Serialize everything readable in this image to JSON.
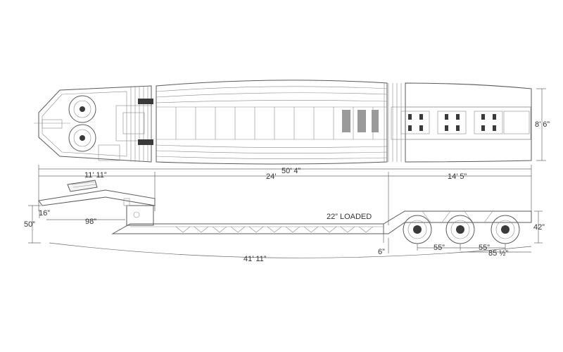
{
  "dimensions": {
    "width_total": "8’ 6”",
    "gooseneck_length": "11’ 11”",
    "overall_length": "50’ 4”",
    "deck_length": "24’",
    "rear_length": "14’ 5”",
    "height_16": "16”",
    "height_50": "50”",
    "length_98": "98”",
    "deck_height_loaded": "22” LOADED",
    "ground_clearance": "6”",
    "rear_deck_height": "42”",
    "axle_spread_1": "55”",
    "axle_spread_2": "55”",
    "rear_overhang": "85 ½”",
    "swing_radius": "41’ 11”"
  }
}
